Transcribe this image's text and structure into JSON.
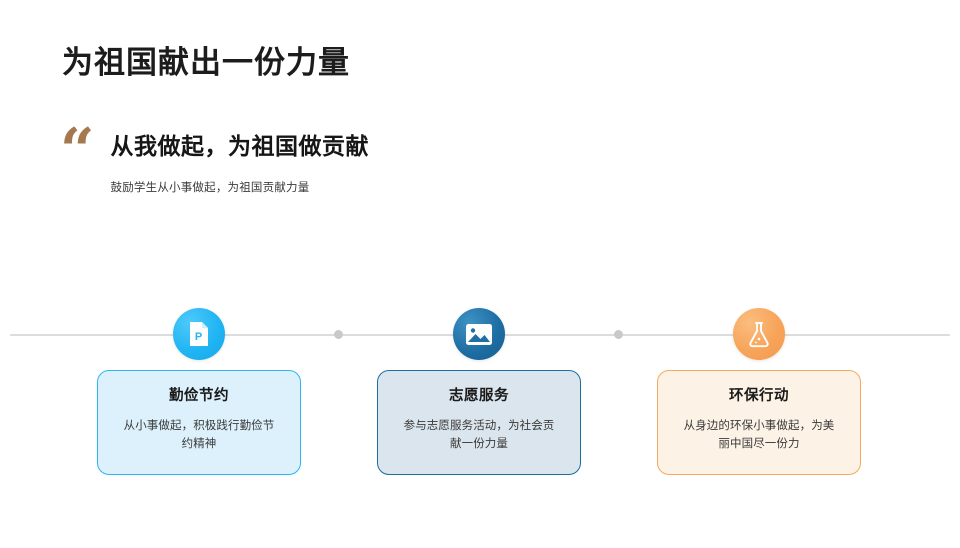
{
  "slide": {
    "title": "为祖国献出一份力量",
    "quote": {
      "mark": "“",
      "headline": "从我做起，为祖国做贡献",
      "subtitle": "鼓励学生从小事做起，为祖国贡献力量",
      "mark_color": "#a5794f"
    },
    "timeline": {
      "line_color": "#dcdcdc",
      "dot_color": "#c9c9cc",
      "nodes": [
        {
          "icon": "document-file-icon",
          "icon_color": "#22b5f3",
          "title": "勤俭节约",
          "description": "从小事做起，积极践行勤俭节约精神",
          "card_fill": "#ddf1fc",
          "card_border": "#2ab6f0"
        },
        {
          "icon": "image-picture-icon",
          "icon_color": "#1f6fa4",
          "title": "志愿服务",
          "description": "参与志愿服务活动，为社会贡献一份力量",
          "card_fill": "#dbe5ed",
          "card_border": "#1c6e9e"
        },
        {
          "icon": "flask-beaker-icon",
          "icon_color": "#f7a45a",
          "title": "环保行动",
          "description": "从身边的环保小事做起，为美丽中国尽一份力",
          "card_fill": "#fdf2e6",
          "card_border": "#f4a95e"
        }
      ]
    }
  }
}
